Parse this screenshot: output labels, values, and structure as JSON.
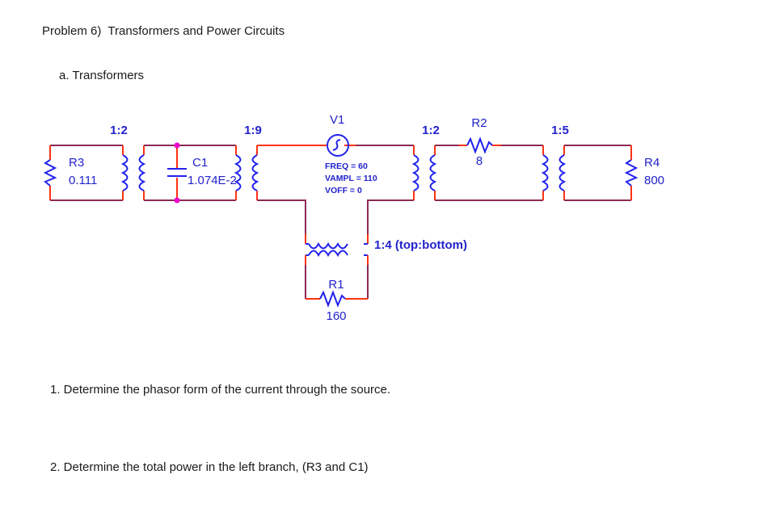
{
  "document": {
    "problem_title": "Problem 6)  Transformers and Power Circuits",
    "section_label": "a. Transformers",
    "question_1": "1. Determine the phasor form of the current through the source.",
    "question_2": "2. Determine the total power in the left branch, (R3 and C1)"
  },
  "colors": {
    "wire": "#8b2a55",
    "pin": "#ff3311",
    "symbol": "#2222ee",
    "junction": "#ee00cc",
    "text": "#1a1a1a",
    "label": "#2222cc"
  },
  "circuit": {
    "components": [
      {
        "id": "R3",
        "type": "resistor",
        "name": "R3",
        "value": "0.111",
        "orientation": "vertical"
      },
      {
        "id": "C1",
        "type": "capacitor",
        "name": "C1",
        "value": "1.074E-2",
        "orientation": "vertical"
      },
      {
        "id": "V1",
        "type": "voltage-source",
        "name": "V1",
        "freq": "FREQ = 60",
        "vampl": "VAMPL = 110",
        "voff": "VOFF = 0"
      },
      {
        "id": "R2",
        "type": "resistor",
        "name": "R2",
        "value": "8",
        "orientation": "horizontal"
      },
      {
        "id": "R4",
        "type": "resistor",
        "name": "R4",
        "value": "800",
        "orientation": "vertical"
      },
      {
        "id": "R1",
        "type": "resistor",
        "name": "R1",
        "value": "160",
        "orientation": "horizontal"
      }
    ],
    "transformers": [
      {
        "id": "T1",
        "ratio": "1:2"
      },
      {
        "id": "T2",
        "ratio": "1:9"
      },
      {
        "id": "T3",
        "ratio": "1:2"
      },
      {
        "id": "T4",
        "ratio": "1:5"
      },
      {
        "id": "T5",
        "ratio": "1:4 (top:bottom)"
      }
    ]
  }
}
